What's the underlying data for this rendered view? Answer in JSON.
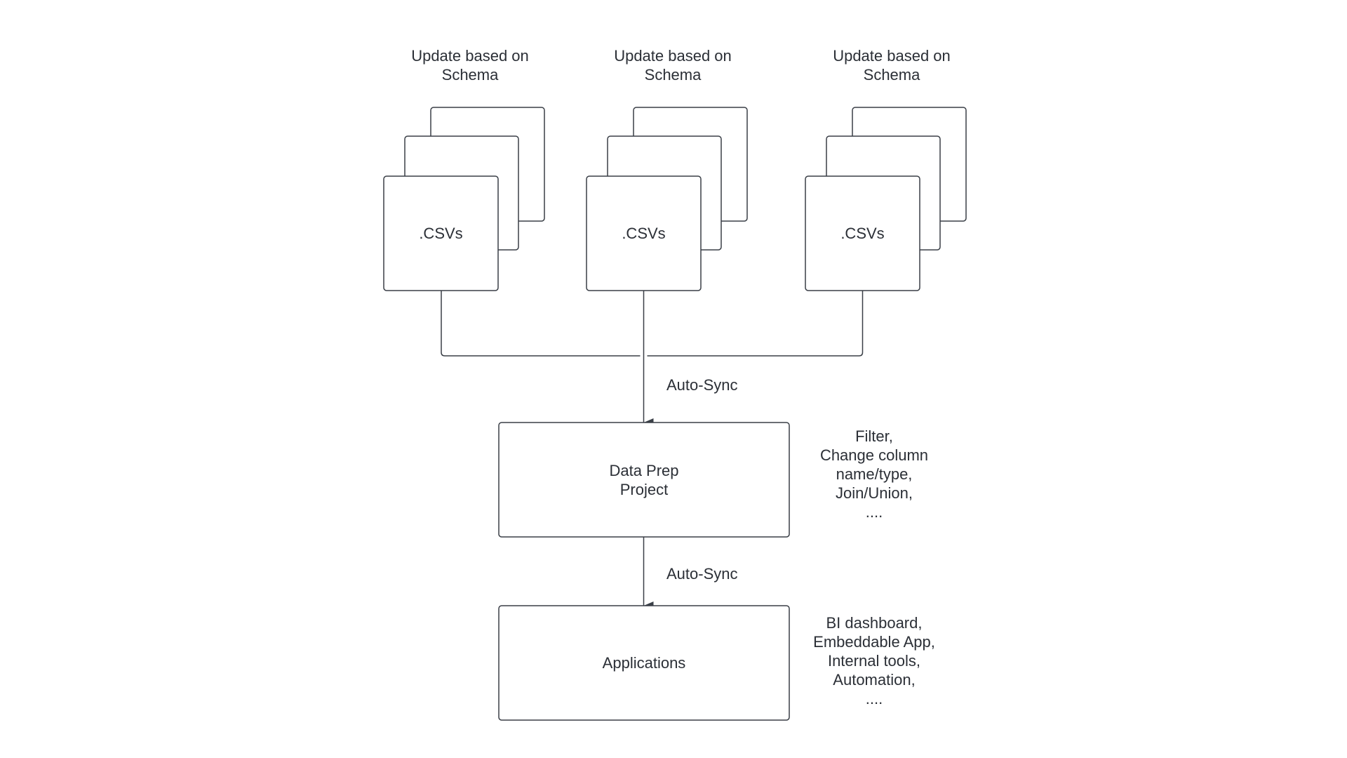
{
  "colors": {
    "stroke": "#3a3f47",
    "text": "#2b2f36",
    "background": "#ffffff"
  },
  "sources": [
    {
      "header": [
        "Update based on",
        "Schema"
      ],
      "label": ".CSVs"
    },
    {
      "header": [
        "Update based on",
        "Schema"
      ],
      "label": ".CSVs"
    },
    {
      "header": [
        "Update based on",
        "Schema"
      ],
      "label": ".CSVs"
    }
  ],
  "edges": {
    "sources_to_prep": "Auto-Sync",
    "prep_to_apps": "Auto-Sync"
  },
  "prep": {
    "label": [
      "Data Prep",
      "Project"
    ],
    "note": [
      "Filter,",
      "Change column",
      "name/type,",
      "Join/Union,",
      "...."
    ]
  },
  "applications": {
    "label": "Applications",
    "note": [
      "BI dashboard,",
      "Embeddable App,",
      "Internal tools,",
      "Automation,",
      "...."
    ]
  }
}
